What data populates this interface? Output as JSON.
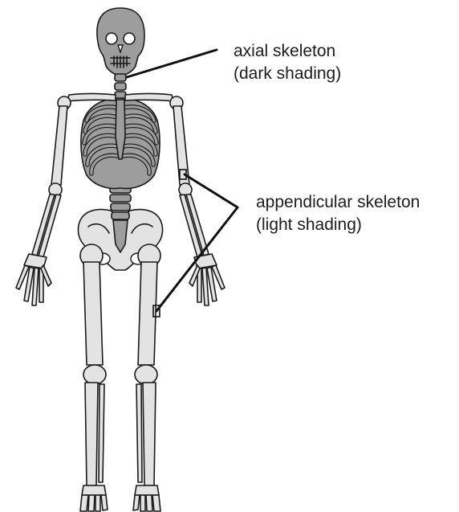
{
  "labels": {
    "axial": {
      "line1": "axial skeleton",
      "line2": "(dark shading)"
    },
    "appendicular": {
      "line1": "appendicular skeleton",
      "line2": "(light shading)"
    }
  },
  "colors": {
    "axial_fill": "#9d9d9d",
    "appendicular_fill": "#e3e3e3",
    "outline": "#1a1a1a",
    "background": "#ffffff"
  }
}
